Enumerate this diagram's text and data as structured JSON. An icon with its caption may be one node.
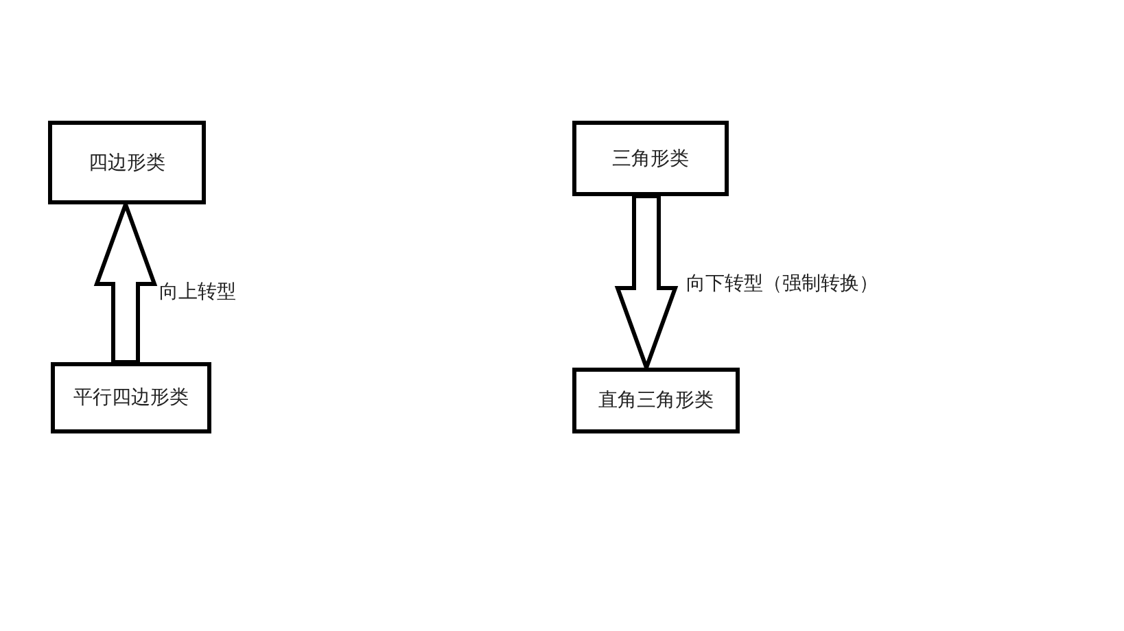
{
  "diagram": {
    "nodes": [
      {
        "text": [
          "四边形类"
        ]
      },
      {
        "text": [
          "平行四边形类"
        ]
      },
      {
        "text": [
          "三角形类"
        ]
      },
      {
        "text": [
          "直角三角形类"
        ]
      }
    ],
    "edges": [
      {
        "from": 1,
        "to": 0,
        "arrow": "to",
        "label": "向上转型"
      },
      {
        "from": 2,
        "to": 3,
        "arrow": "to",
        "label": "向下转型（强制转换）"
      }
    ]
  }
}
